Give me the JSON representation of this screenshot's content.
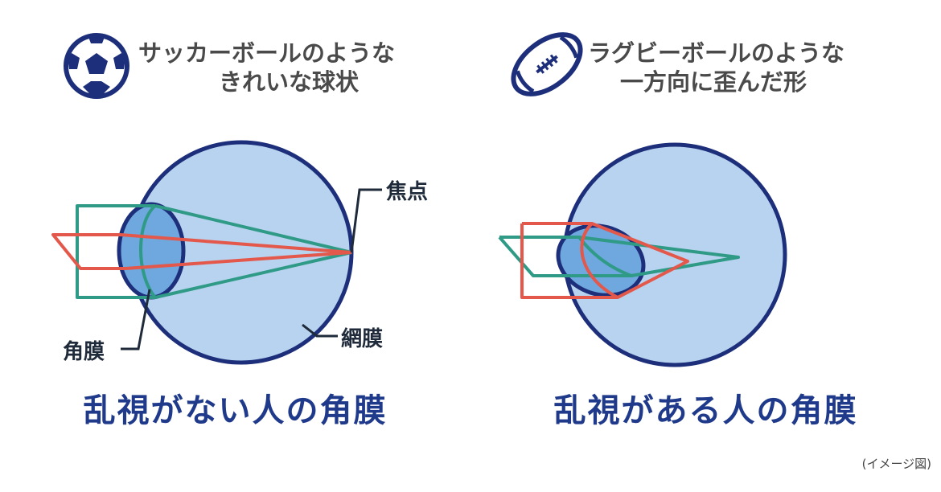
{
  "left": {
    "icon": "soccer-ball-icon",
    "header_line1": "サッカーボールのような",
    "header_line2": "きれいな球状",
    "labels": {
      "focus": "焦点",
      "cornea": "角膜",
      "retina": "網膜"
    },
    "caption": "乱視がない人の角膜"
  },
  "right": {
    "icon": "rugby-ball-icon",
    "header_line1": "ラグビーボールのような",
    "header_line2": "一方向に歪んだ形",
    "caption": "乱視がある人の角膜"
  },
  "note": "(イメージ図)",
  "colors": {
    "eyeball_fill": "#b7d3ef",
    "eyeball_stroke": "#1d2f7a",
    "cornea_fill": "#6fa7df",
    "green_ray": "#2f9a86",
    "red_ray": "#e3584a",
    "caption": "#1f3a8a"
  }
}
